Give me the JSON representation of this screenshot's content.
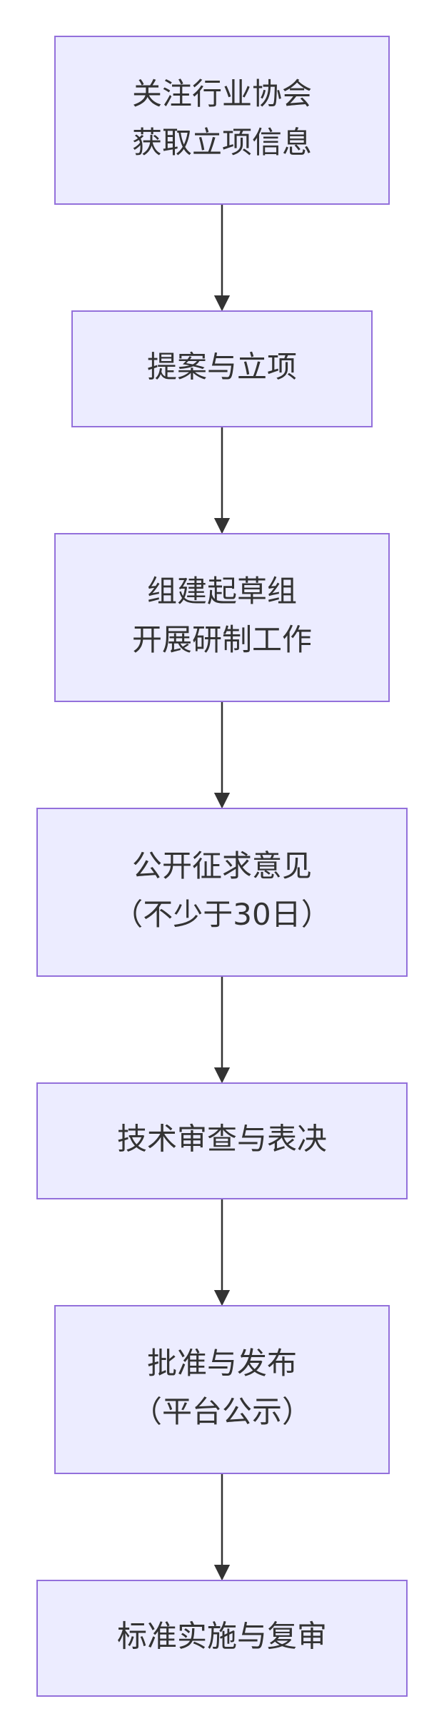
{
  "diagram": {
    "type": "flowchart",
    "direction": "top-to-bottom",
    "colors": {
      "node_fill": "#ECECFF",
      "node_border": "#9370DB",
      "text": "#333333",
      "edge": "#333333"
    },
    "nodes": [
      {
        "id": "n1",
        "lines": [
          "关注行业协会",
          "获取立项信息"
        ]
      },
      {
        "id": "n2",
        "lines": [
          "提案与立项"
        ]
      },
      {
        "id": "n3",
        "lines": [
          "组建起草组",
          "开展研制工作"
        ]
      },
      {
        "id": "n4",
        "lines": [
          "公开征求意见",
          "（不少于30日）"
        ]
      },
      {
        "id": "n5",
        "lines": [
          "技术审查与表决"
        ]
      },
      {
        "id": "n6",
        "lines": [
          "批准与发布",
          "（平台公示）"
        ]
      },
      {
        "id": "n7",
        "lines": [
          "标准实施与复审"
        ]
      }
    ],
    "edges": [
      {
        "from": "n1",
        "to": "n2"
      },
      {
        "from": "n2",
        "to": "n3"
      },
      {
        "from": "n3",
        "to": "n4"
      },
      {
        "from": "n4",
        "to": "n5"
      },
      {
        "from": "n5",
        "to": "n6"
      },
      {
        "from": "n6",
        "to": "n7"
      }
    ]
  }
}
